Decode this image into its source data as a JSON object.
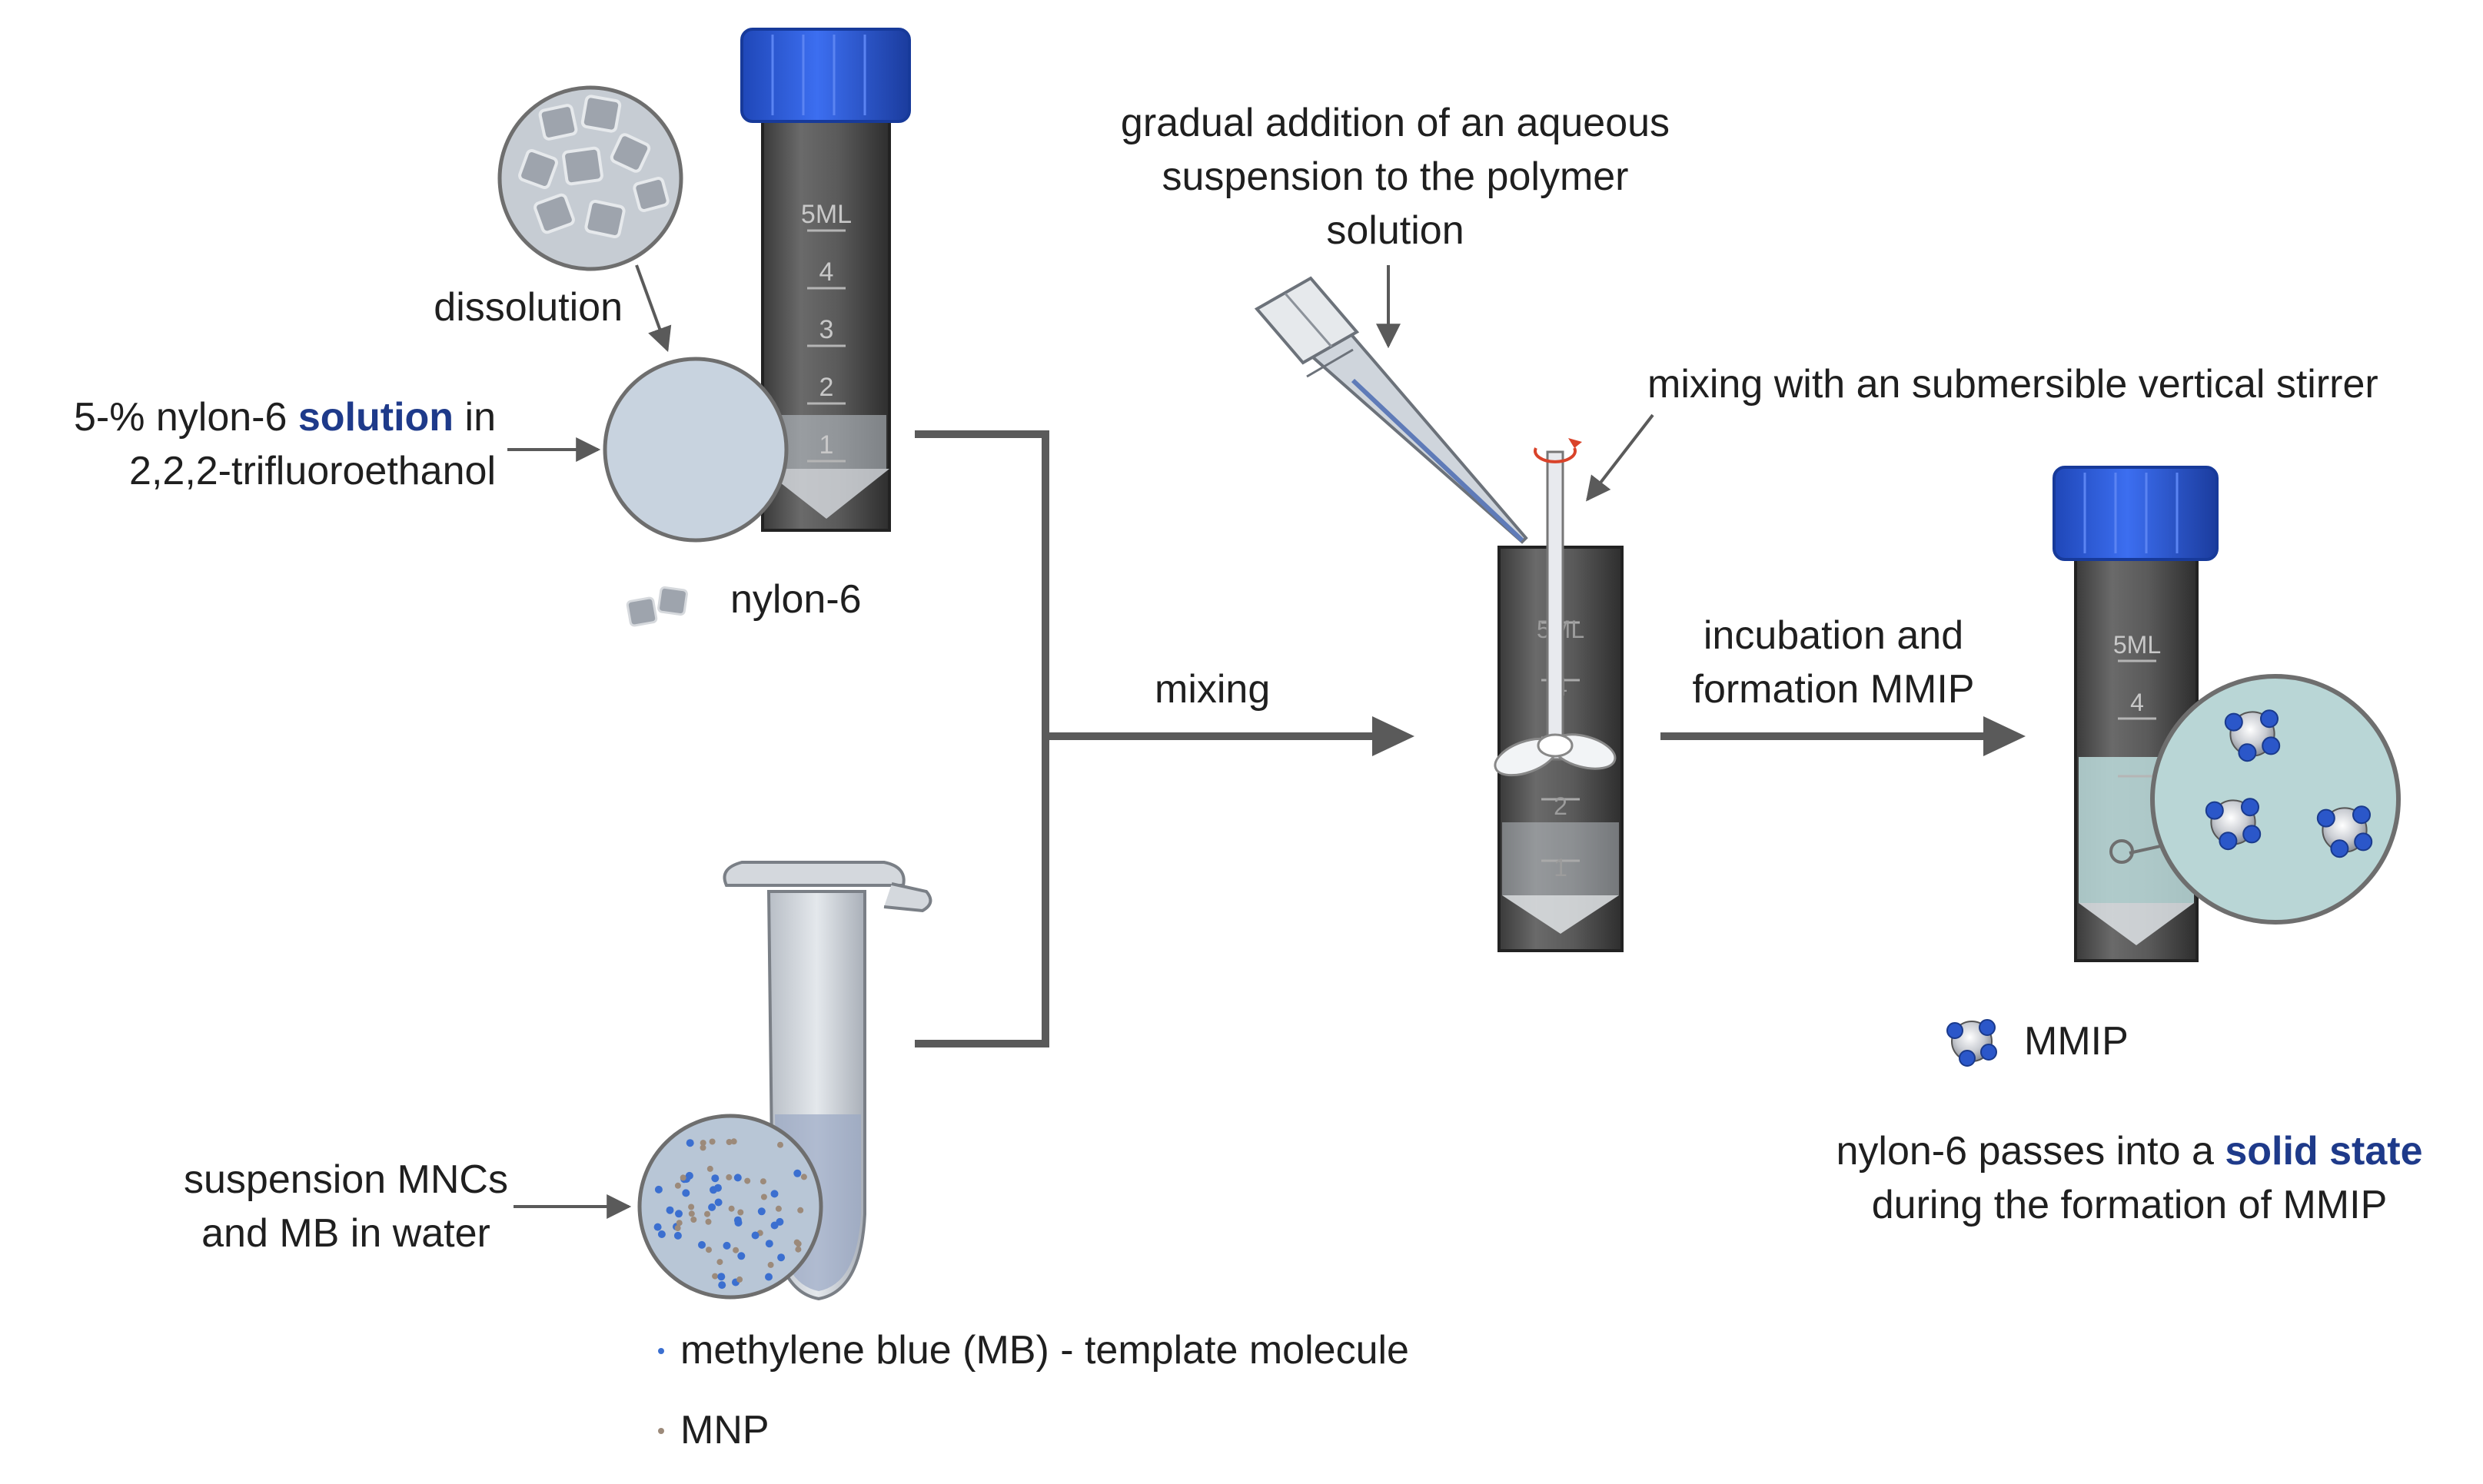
{
  "labels": {
    "dissolution": "dissolution",
    "solution_pre": "5-% nylon-6",
    "solution_hl": "solution",
    "solution_post": "in",
    "solvent": "2,2,2-trifluoroethanol",
    "nylon_legend": "nylon-6",
    "mixing": "mixing",
    "addition_line1": "gradual addition of an aqueous",
    "addition_line2": "suspension to the polymer",
    "addition_line3": "solution",
    "stirrer": "mixing with an submersible vertical stirrer",
    "incubation_line1": "incubation and",
    "incubation_line2": "formation MMIP",
    "mmip_legend": "MMIP",
    "solid_pre": "nylon-6 passes into a",
    "solid_hl": "solid state",
    "solid_line2": "during the formation of MMIP",
    "suspension_line1": "suspension MNCs",
    "suspension_line2": "and MB in water",
    "mb_legend": "methylene blue (MB) - template molecule",
    "mnp_legend": "MNP"
  },
  "tube_marks": [
    "5ML",
    "4",
    "3",
    "2",
    "1"
  ],
  "colors": {
    "cap_blue": "#2f5fd6",
    "highlight_blue": "#1e3a8a",
    "arrow_gray": "#5a5a5a",
    "solution_fill": "#c8d3df",
    "mmip_liquid": "#bcdcdc",
    "mb_dot": "#3b6fd0",
    "mnp_dot": "#9c8a7a"
  }
}
